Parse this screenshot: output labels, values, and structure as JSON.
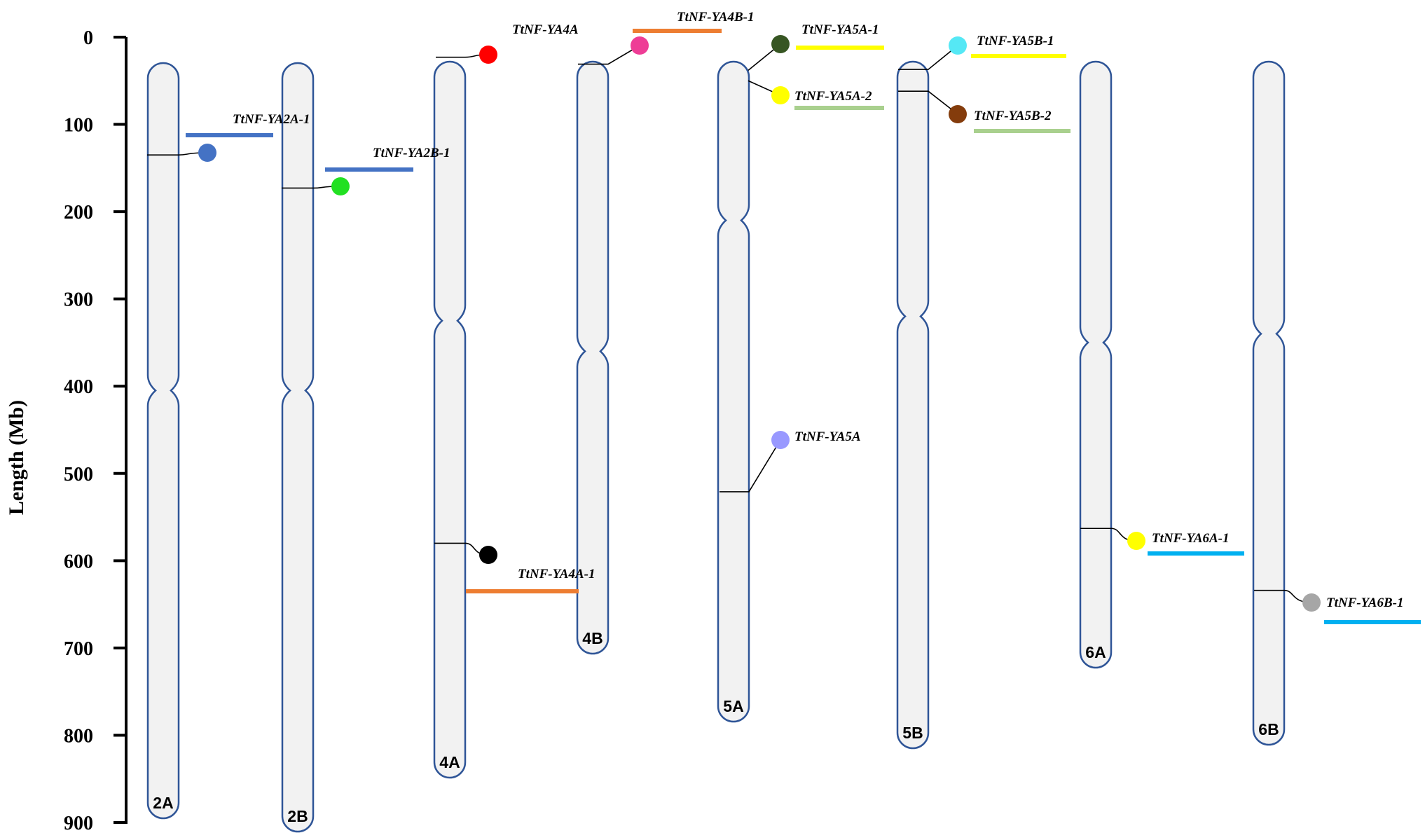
{
  "axis": {
    "title": "Length (Mb)",
    "ticks": [
      0,
      100,
      200,
      300,
      400,
      500,
      600,
      700,
      800,
      900
    ],
    "range": [
      0,
      900
    ]
  },
  "chromosomes": [
    {
      "name": "2A",
      "length": 860,
      "centromere": 405
    },
    {
      "name": "2B",
      "length": 875,
      "centromere": 405
    },
    {
      "name": "4A",
      "length": 810,
      "centromere": 325
    },
    {
      "name": "4B",
      "length": 670,
      "centromere": 360
    },
    {
      "name": "5A",
      "length": 750,
      "centromere": 210
    },
    {
      "name": "5B",
      "length": 790,
      "centromere": 320
    },
    {
      "name": "6A",
      "length": 690,
      "centromere": 350
    },
    {
      "name": "6B",
      "length": 780,
      "centromere": 340
    }
  ],
  "genes": [
    {
      "name": "TtNF-YA2A-1",
      "chromosome": "2A",
      "position": 135,
      "color": "#4472c4",
      "bar_color": "#4472c4"
    },
    {
      "name": "TtNF-YA2B-1",
      "chromosome": "2B",
      "position": 173,
      "color": "#22e022",
      "bar_color": "#4472c4"
    },
    {
      "name": "TtNF-YA4A",
      "chromosome": "4A",
      "position": 23,
      "color": "#ff0000",
      "bar_color": null
    },
    {
      "name": "TtNF-YA4A-1",
      "chromosome": "4A",
      "position": 580,
      "color": "#000000",
      "bar_color": "#ed7d31"
    },
    {
      "name": "TtNF-YA4B-1",
      "chromosome": "4B",
      "position": 31,
      "color": "#ee3d96",
      "bar_color": "#ed7d31"
    },
    {
      "name": "TtNF-YA5A-1",
      "chromosome": "5A",
      "position": 38,
      "color": "#375623",
      "bar_color": "#ffff00"
    },
    {
      "name": "TtNF-YA5A-2",
      "chromosome": "5A",
      "position": 50,
      "color": "#ffff00",
      "bar_color": "#a9d08e"
    },
    {
      "name": "TtNF-YA5A",
      "chromosome": "5A",
      "position": 521,
      "color": "#9999ff",
      "bar_color": null
    },
    {
      "name": "TtNF-YA5B-1",
      "chromosome": "5B",
      "position": 37,
      "color": "#55e8f5",
      "bar_color": "#ffff00"
    },
    {
      "name": "TtNF-YA5B-2",
      "chromosome": "5B",
      "position": 62,
      "color": "#843c0c",
      "bar_color": "#a9d08e"
    },
    {
      "name": "TtNF-YA6A-1",
      "chromosome": "6A",
      "position": 563,
      "color": "#ffff00",
      "bar_color": "#00b0f0"
    },
    {
      "name": "TtNF-YA6B-1",
      "chromosome": "6B",
      "position": 634,
      "color": "#a6a6a6",
      "bar_color": "#00b0f0"
    }
  ],
  "colors": {
    "chromosome_fill": "#f2f2f2",
    "chromosome_stroke": "#2f5597",
    "axis": "#000000"
  }
}
